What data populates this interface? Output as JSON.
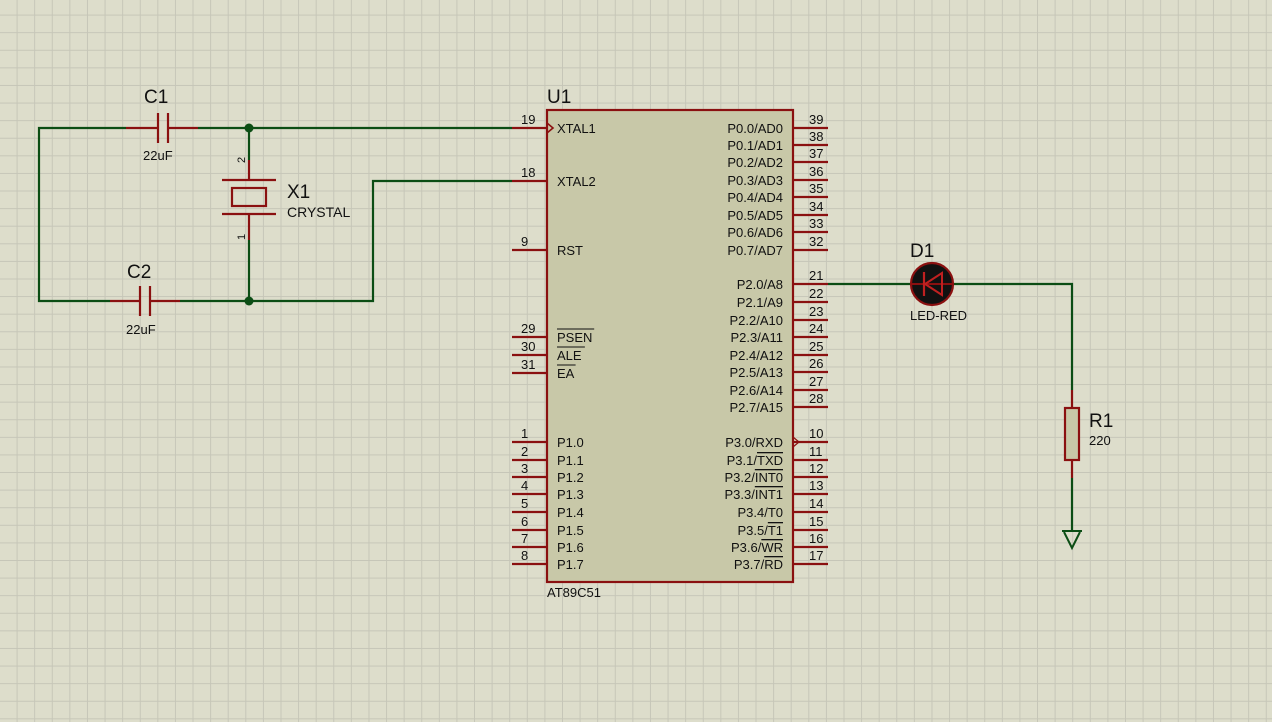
{
  "u1": {
    "ref": "U1",
    "part": "AT89C51",
    "left_pins": [
      {
        "num": "19",
        "name": "XTAL1"
      },
      {
        "num": "18",
        "name": "XTAL2"
      },
      {
        "num": "9",
        "name": "RST"
      },
      {
        "num": "29",
        "name": "PSEN",
        "overbar": true
      },
      {
        "num": "30",
        "name": "ALE",
        "overbar": true
      },
      {
        "num": "31",
        "name": "EA",
        "overbar": true
      },
      {
        "num": "1",
        "name": "P1.0"
      },
      {
        "num": "2",
        "name": "P1.1"
      },
      {
        "num": "3",
        "name": "P1.2"
      },
      {
        "num": "4",
        "name": "P1.3"
      },
      {
        "num": "5",
        "name": "P1.4"
      },
      {
        "num": "6",
        "name": "P1.5"
      },
      {
        "num": "7",
        "name": "P1.6"
      },
      {
        "num": "8",
        "name": "P1.7"
      }
    ],
    "right_pins": [
      {
        "num": "39",
        "name": "P0.0/AD0"
      },
      {
        "num": "38",
        "name": "P0.1/AD1"
      },
      {
        "num": "37",
        "name": "P0.2/AD2"
      },
      {
        "num": "36",
        "name": "P0.3/AD3"
      },
      {
        "num": "35",
        "name": "P0.4/AD4"
      },
      {
        "num": "34",
        "name": "P0.5/AD5"
      },
      {
        "num": "33",
        "name": "P0.6/AD6"
      },
      {
        "num": "32",
        "name": "P0.7/AD7"
      },
      {
        "num": "21",
        "name": "P2.0/A8"
      },
      {
        "num": "22",
        "name": "P2.1/A9"
      },
      {
        "num": "23",
        "name": "P2.2/A10"
      },
      {
        "num": "24",
        "name": "P2.3/A11"
      },
      {
        "num": "25",
        "name": "P2.4/A12"
      },
      {
        "num": "26",
        "name": "P2.5/A13"
      },
      {
        "num": "27",
        "name": "P2.6/A14"
      },
      {
        "num": "28",
        "name": "P2.7/A15"
      },
      {
        "num": "10",
        "name": "P3.0/RXD"
      },
      {
        "num": "11",
        "name": "P3.1/",
        "over": "TXD"
      },
      {
        "num": "12",
        "name": "P3.2/",
        "over": "INT0"
      },
      {
        "num": "13",
        "name": "P3.3/",
        "over": "INT1"
      },
      {
        "num": "14",
        "name": "P3.4/T0"
      },
      {
        "num": "15",
        "name": "P3.5/",
        "over": "T1"
      },
      {
        "num": "16",
        "name": "P3.6/",
        "over": "WR"
      },
      {
        "num": "17",
        "name": "P3.7/",
        "over": "RD"
      }
    ]
  },
  "c1": {
    "ref": "C1",
    "value": "22uF"
  },
  "c2": {
    "ref": "C2",
    "value": "22uF"
  },
  "x1": {
    "ref": "X1",
    "value": "CRYSTAL",
    "pin_top": "2",
    "pin_bottom": "1"
  },
  "d1": {
    "ref": "D1",
    "value": "LED-RED"
  },
  "r1": {
    "ref": "R1",
    "value": "220"
  },
  "colors": {
    "background": "#ddddcb",
    "grid": "#c6c6b8",
    "wire": "#0b4d14",
    "component": "#8a1010",
    "chip_fill": "#c8c8a8"
  }
}
